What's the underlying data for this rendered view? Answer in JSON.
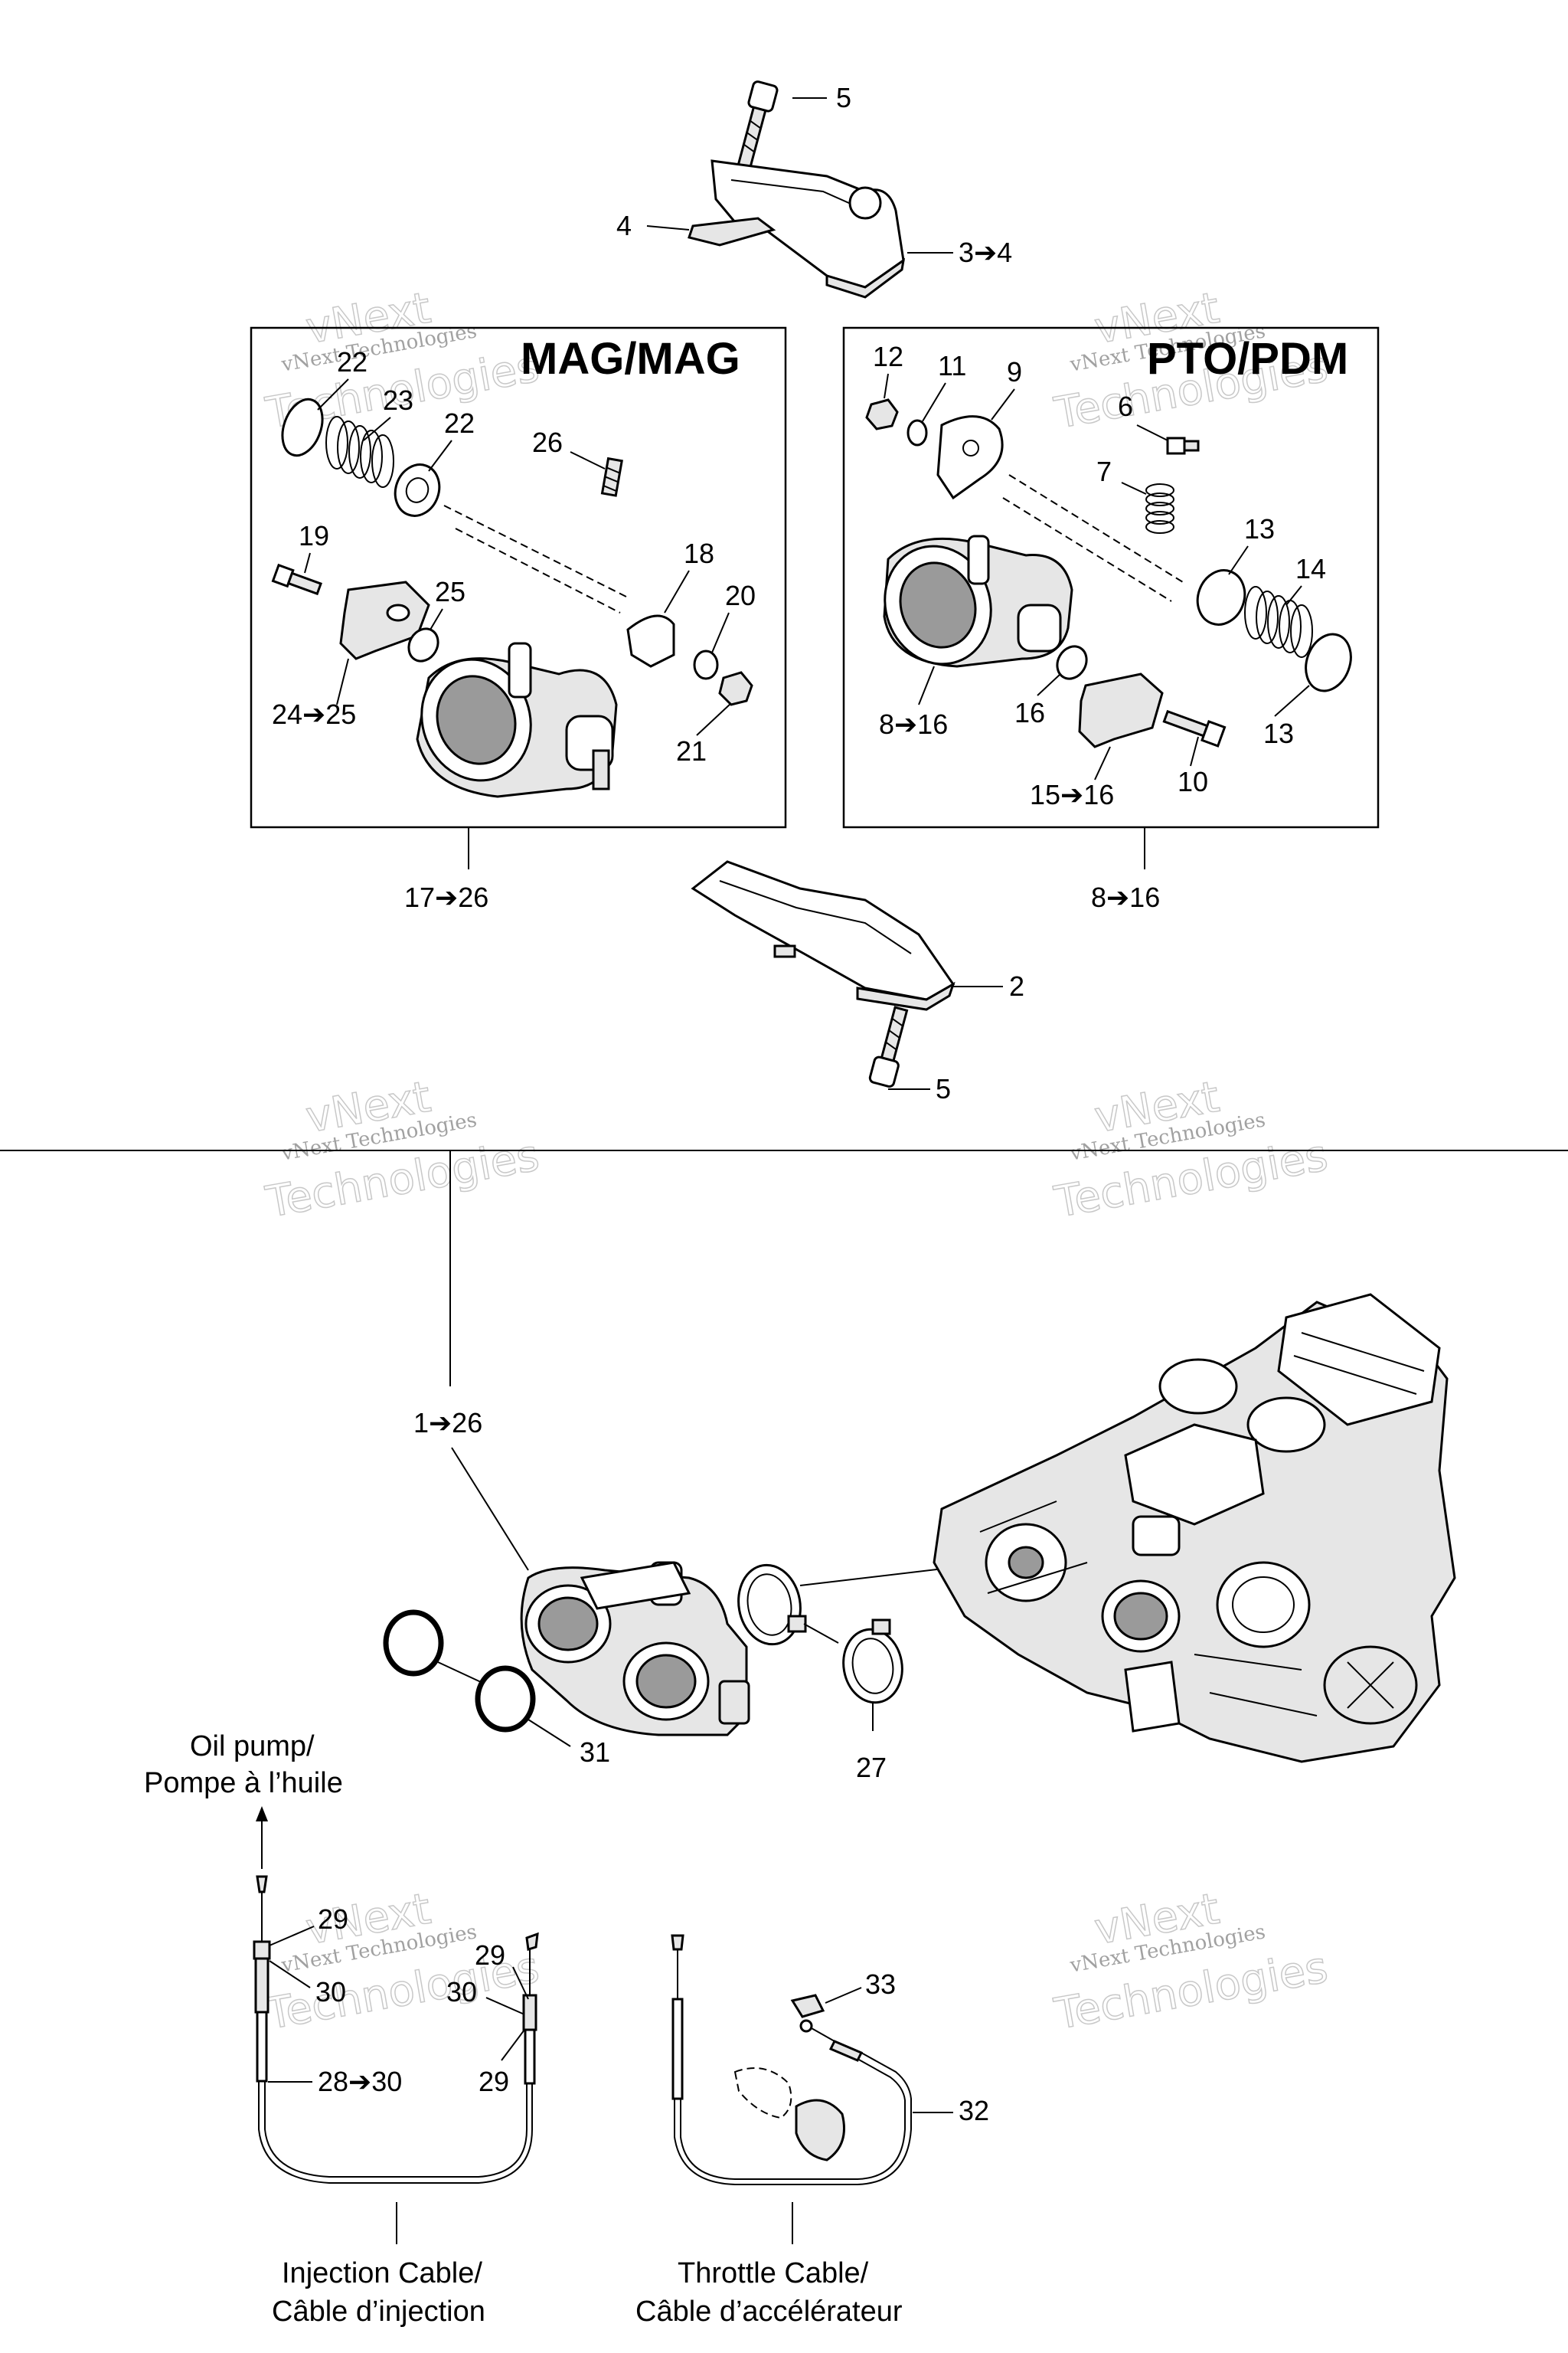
{
  "sections": {
    "mag_title": "MAG/MAG",
    "pto_title": "PTO/PDM"
  },
  "watermark": {
    "line1": "vNext Technologies",
    "line2": "vNext",
    "line3": "Technologies"
  },
  "notes": {
    "oil_pump_en": "Oil pump/",
    "oil_pump_fr": "Pompe à l’huile",
    "injection_en": "Injection Cable/",
    "injection_fr": "Câble d’injection",
    "throttle_en": "Throttle Cable/",
    "throttle_fr": "Câble d’accélérateur"
  },
  "callouts": {
    "c5_top": "5",
    "c4": "4",
    "c3_4": "3➔4",
    "c22a": "22",
    "c23": "23",
    "c22b": "22",
    "c26": "26",
    "c19": "19",
    "c25": "25",
    "c18": "18",
    "c20": "20",
    "c24_25": "24➔25",
    "c21": "21",
    "c12": "12",
    "c11": "11",
    "c9": "9",
    "c6": "6",
    "c7": "7",
    "c13a": "13",
    "c14": "14",
    "c16": "16",
    "c8_16_in": "8➔16",
    "c13b": "13",
    "c10": "10",
    "c15_16": "15➔16",
    "c17_26": "17➔26",
    "c8_16": "8➔16",
    "c2": "2",
    "c5_bot": "5",
    "c1_26": "1➔26",
    "c31": "31",
    "c27": "27",
    "c29a": "29",
    "c30a": "30",
    "c29b": "29",
    "c30b": "30",
    "c29c": "29",
    "c28_30": "28➔30",
    "c33": "33",
    "c32": "32"
  }
}
